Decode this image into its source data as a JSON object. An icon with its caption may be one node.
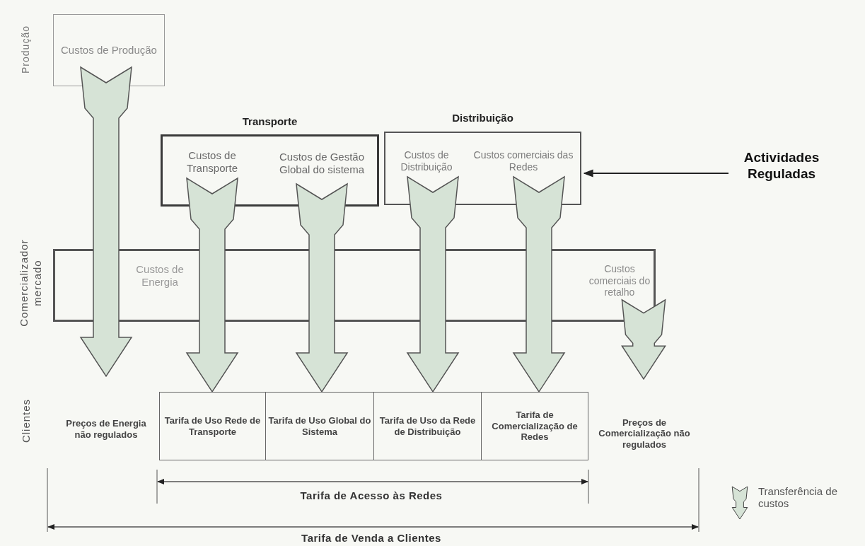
{
  "diagram": {
    "nodes": [
      {
        "text": [
          "Custos de Produção"
        ]
      },
      {
        "text": [
          "Transporte"
        ]
      },
      {
        "text": [
          "Custos de Transporte"
        ],
        "in": 1
      },
      {
        "text": [
          "Custos de Gestão Global do sistema"
        ],
        "in": 1
      },
      {
        "text": [
          "Distribuição"
        ]
      },
      {
        "text": [
          "Custos de Distribuição"
        ],
        "in": 4
      },
      {
        "text": [
          "Custos comerciais das Redes"
        ],
        "in": 4
      },
      {
        "text": [
          "Actividades Reguladas"
        ]
      },
      {
        "text": [],
        "shape": "box"
      },
      {
        "text": [
          "Custos de Energia"
        ],
        "in": 8
      },
      {
        "text": [
          "Custos comerciais do retalho"
        ],
        "in": 8
      },
      {
        "text": [
          "Preços de Energia não regulados"
        ]
      },
      {
        "text": [
          "Tarifa de Uso Rede de Transporte"
        ]
      },
      {
        "text": [
          "Tarifa de Uso Global do Sistema"
        ]
      },
      {
        "text": [
          "Tarifa de Uso da Rede de Distribuição"
        ]
      },
      {
        "text": [
          "Tarifa de Comercialização de Redes"
        ]
      },
      {
        "text": [
          "Preços de Comercialização não regulados"
        ]
      }
    ],
    "edges": [
      {
        "from": 0,
        "to": 11,
        "arrow": "to",
        "style": "thick"
      },
      {
        "from": 2,
        "to": 12,
        "arrow": "to",
        "style": "thick"
      },
      {
        "from": 3,
        "to": 13,
        "arrow": "to",
        "style": "thick"
      },
      {
        "from": 5,
        "to": 14,
        "arrow": "to",
        "style": "thick"
      },
      {
        "from": 6,
        "to": 15,
        "arrow": "to",
        "style": "thick"
      },
      {
        "from": 10,
        "to": 16,
        "arrow": "to",
        "style": "thick"
      },
      {
        "from": 7,
        "to": 4,
        "arrow": "to"
      }
    ],
    "labels": [
      "Produção",
      "Comercializador mercado",
      "Clientes",
      "Tarifa de Acesso às Redes",
      "Tarifa de Venda a Clientes"
    ],
    "legend": [
      {
        "text": "Transferência de custos"
      }
    ]
  }
}
